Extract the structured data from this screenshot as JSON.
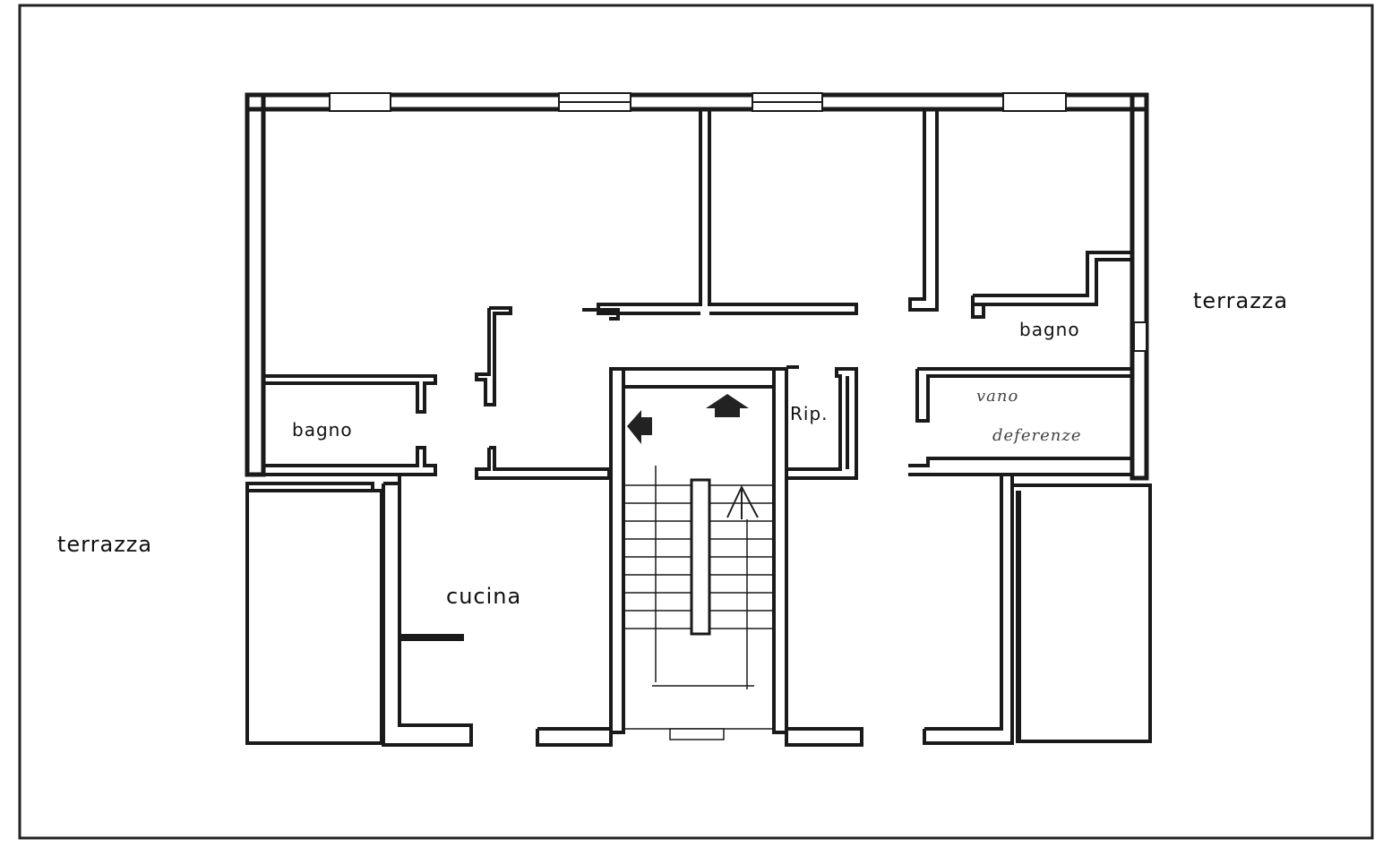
{
  "labels": {
    "terrace_right": "terrazza",
    "terrace_left": "terrazza",
    "bath_right": "bagno",
    "bath_left": "bagno",
    "kitchen": "cucina",
    "storage": "Rip.",
    "handwritten_1": "vano",
    "handwritten_2": "deferenze"
  },
  "colors": {
    "wall": "#1a1a1a",
    "paper": "#ffffff",
    "frame": "#222222"
  },
  "icons": [
    "arrow-left-icon",
    "arrow-up-icon",
    "stair-direction-icon"
  ]
}
